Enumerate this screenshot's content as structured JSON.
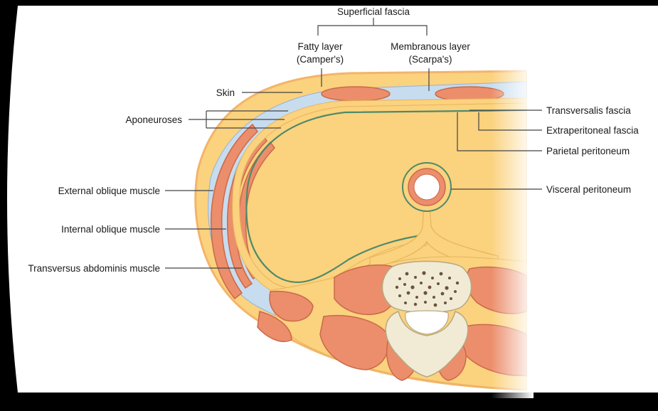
{
  "labels": {
    "superficial_fascia": "Superficial fascia",
    "fatty_layer_line1": "Fatty layer",
    "fatty_layer_line2": "(Camper's)",
    "membranous_layer_line1": "Membranous layer",
    "membranous_layer_line2": "(Scarpa's)",
    "skin": "Skin",
    "aponeuroses": "Aponeuroses",
    "external_oblique": "External oblique muscle",
    "internal_oblique": "Internal oblique muscle",
    "transversus_abdominis": "Transversus abdominis muscle",
    "transversalis_fascia": "Transversalis fascia",
    "extraperitoneal_fascia": "Extraperitoneal fascia",
    "parietal_peritoneum": "Parietal peritoneum",
    "visceral_peritoneum": "Visceral peritoneum"
  },
  "colors": {
    "background": "#000000",
    "panel": "#ffffff",
    "fat": "#fbd27e",
    "fat_edge": "#e7b45c",
    "muscle": "#ec8e6b",
    "muscle_edge": "#c9694a",
    "aponeurosis": "#c8dcef",
    "peritoneum": "#4d8a6a",
    "bone": "#f1ebd6",
    "bone_marrow": "#6b5438",
    "leader_line": "#444444"
  }
}
